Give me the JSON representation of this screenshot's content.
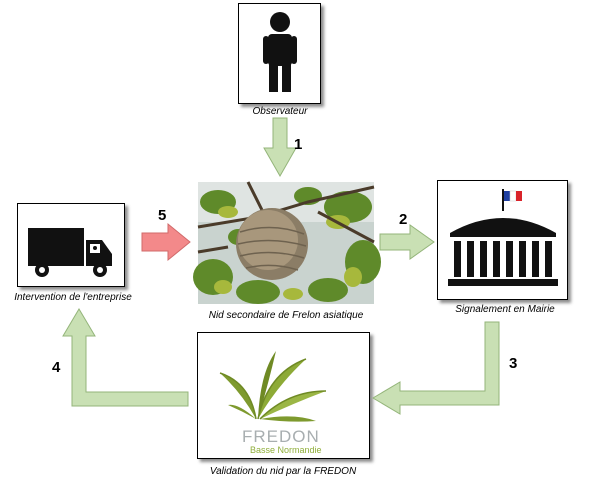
{
  "nodes": {
    "observer": {
      "caption": "Observateur",
      "icon": "person-icon"
    },
    "nest": {
      "caption": "Nid secondaire de Frelon asiatique",
      "icon": "hornet-nest-photo"
    },
    "mairie": {
      "caption": "Signalement en Mairie",
      "icon": "town-hall-icon"
    },
    "fredon": {
      "caption": "Validation du nid par la FREDON",
      "logo_title": "FREDON",
      "logo_subtitle": "Basse Normandie",
      "icon": "fredon-logo"
    },
    "entreprise": {
      "caption": "Intervention de l'entreprise",
      "icon": "truck-icon"
    }
  },
  "steps": [
    "1",
    "2",
    "3",
    "4",
    "5"
  ],
  "colors": {
    "arrow_green": "#c9e0b4",
    "arrow_green_border": "#94b57a",
    "arrow_red": "#f3898a",
    "arrow_red_border": "#d06a6a",
    "logo_green": "#7e9a2e",
    "logo_text": "#a8aeb0"
  }
}
